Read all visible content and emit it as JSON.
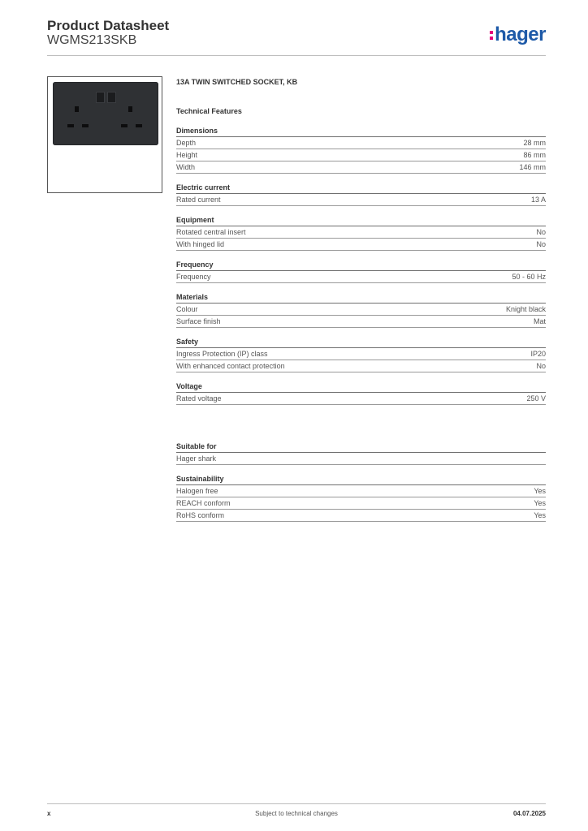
{
  "header": {
    "title": "Product Datasheet",
    "subtitle": "WGMS213SKB",
    "logo_text": "hager",
    "logo_dot_color": "#e6007e",
    "logo_color": "#1e5aa8"
  },
  "product": {
    "name": "13A TWIN SWITCHED SOCKET, KB",
    "image": "product-photo-twin-socket-black",
    "technical_features_title": "Technical Features"
  },
  "sections": [
    {
      "title": "Dimensions",
      "rows": [
        {
          "label": "Depth",
          "value": "28 mm"
        },
        {
          "label": "Height",
          "value": "86 mm"
        },
        {
          "label": "Width",
          "value": "146 mm"
        }
      ]
    },
    {
      "title": "Electric current",
      "rows": [
        {
          "label": "Rated current",
          "value": "13 A"
        }
      ]
    },
    {
      "title": "Equipment",
      "rows": [
        {
          "label": "Rotated central insert",
          "value": "No"
        },
        {
          "label": "With hinged lid",
          "value": "No"
        }
      ]
    },
    {
      "title": "Frequency",
      "rows": [
        {
          "label": "Frequency",
          "value": "50 - 60 Hz"
        }
      ]
    },
    {
      "title": "Materials",
      "rows": [
        {
          "label": "Colour",
          "value": "Knight black"
        },
        {
          "label": "Surface finish",
          "value": "Mat"
        }
      ]
    },
    {
      "title": "Safety",
      "rows": [
        {
          "label": "Ingress Protection (IP) class",
          "value": "IP20"
        },
        {
          "label": "With enhanced contact protection",
          "value": "No"
        }
      ]
    },
    {
      "title": "Voltage",
      "rows": [
        {
          "label": "Rated voltage",
          "value": "250 V"
        }
      ]
    }
  ],
  "extra_sections": [
    {
      "title": "Suitable for",
      "rows": [
        {
          "label": "Hager shark",
          "value": ""
        }
      ]
    },
    {
      "title": "Sustainability",
      "rows": [
        {
          "label": "Halogen free",
          "value": "Yes"
        },
        {
          "label": "REACH conform",
          "value": "Yes"
        },
        {
          "label": "RoHS conform",
          "value": "Yes"
        }
      ]
    }
  ],
  "footer": {
    "left": "x",
    "center": "Subject to technical changes",
    "right": "04.07.2025"
  }
}
